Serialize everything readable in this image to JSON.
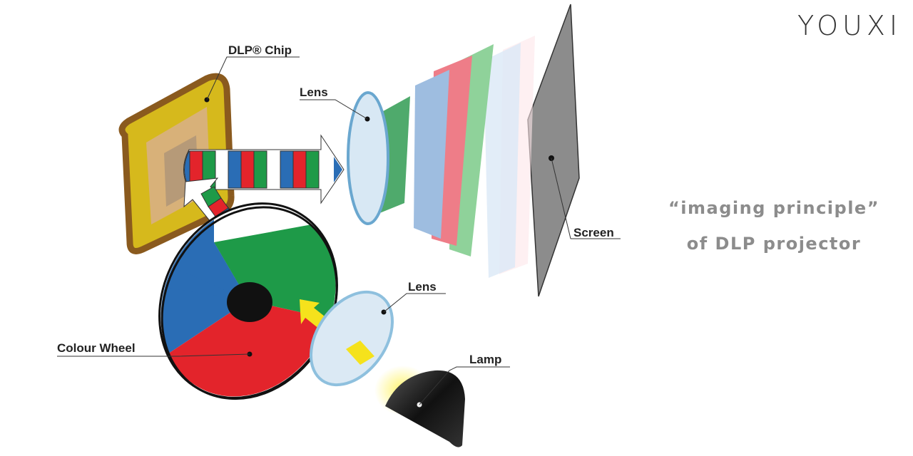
{
  "logo": {
    "text": "YOUXI"
  },
  "labels": {
    "chip": "DLP® Chip",
    "lens_top": "Lens",
    "lens_bottom": "Lens",
    "screen": "Screen",
    "colour_wheel": "Colour Wheel",
    "lamp": "Lamp"
  },
  "caption": {
    "line1": "“imaging principle”",
    "line2": "of DLP projector"
  },
  "colors": {
    "red": "#e3242b",
    "green": "#1e9a48",
    "blue": "#2a6db5",
    "yellow": "#d6b91c",
    "brown": "#8a5a1e",
    "screen": "#8c8c8c"
  }
}
